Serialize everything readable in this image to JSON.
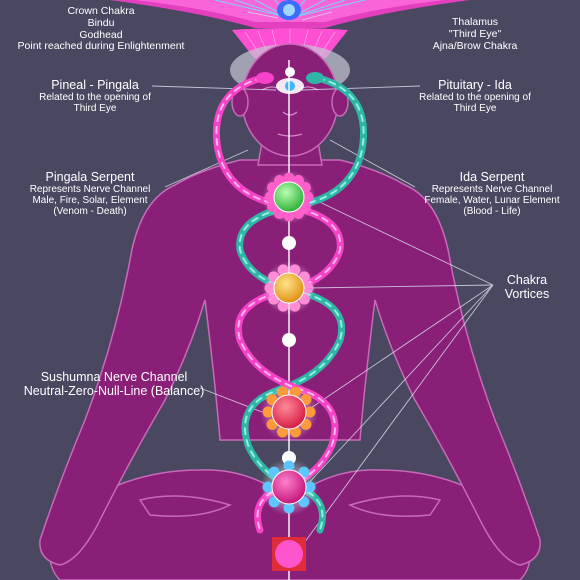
{
  "labels": {
    "crown": {
      "lines": [
        "Crown Chakra",
        "Bindu",
        "Godhead",
        "Point reached during Enlightenment"
      ]
    },
    "thalamus": {
      "lines": [
        "Thalamus",
        "\"Third Eye\"",
        "Ajna/Brow Chakra"
      ]
    },
    "pineal": {
      "title": "Pineal - Pingala",
      "lines": [
        "Related to the opening of",
        "Third Eye"
      ]
    },
    "pituitary": {
      "title": "Pituitary - Ida",
      "lines": [
        "Related to the opening of",
        "Third Eye"
      ]
    },
    "pingala_serpent": {
      "title": "Pingala Serpent",
      "lines": [
        "Represents Nerve Channel",
        "Male, Fire, Solar, Element",
        "(Venom - Death)"
      ]
    },
    "ida_serpent": {
      "title": "Ida Serpent",
      "lines": [
        "Represents Nerve Channel",
        "Female, Water, Lunar Element",
        "(Blood - Life)"
      ]
    },
    "vortices": {
      "lines": [
        "Chakra",
        "Vortices"
      ]
    },
    "sushumna": {
      "lines": [
        "Sushumna Nerve Channel",
        "Neutral-Zero-Null-Line (Balance)"
      ]
    }
  },
  "colors": {
    "background": "#4a4860",
    "body": "#8a1f78",
    "body_outline": "#c76ab8",
    "pingala": "#f542c8",
    "ida": "#2fb6a6",
    "crown": "#ff3ed0",
    "leader_lines": "#d9d9e8",
    "sushumna": "#ffffff"
  },
  "chakras": [
    {
      "name": "throat-chakra",
      "color": "#4de04a",
      "petal": "#ff5fc9"
    },
    {
      "name": "heart-node",
      "color": "#ffffff",
      "petal": "#ffffff"
    },
    {
      "name": "solar-plexus-chakra",
      "color": "#f6b42c",
      "petal": "#ff8cd6"
    },
    {
      "name": "navel-node",
      "color": "#ffffff",
      "petal": "#ffffff"
    },
    {
      "name": "sacral-chakra",
      "color": "#f23c64",
      "petal": "#ff9a3a"
    },
    {
      "name": "lower-node",
      "color": "#ffffff",
      "petal": "#ffffff"
    },
    {
      "name": "root-chakra",
      "color": "#e8269a",
      "petal": "#5ec6ff"
    },
    {
      "name": "base-chakra",
      "color": "#ff55cc",
      "petal": "#e02b3a"
    }
  ]
}
